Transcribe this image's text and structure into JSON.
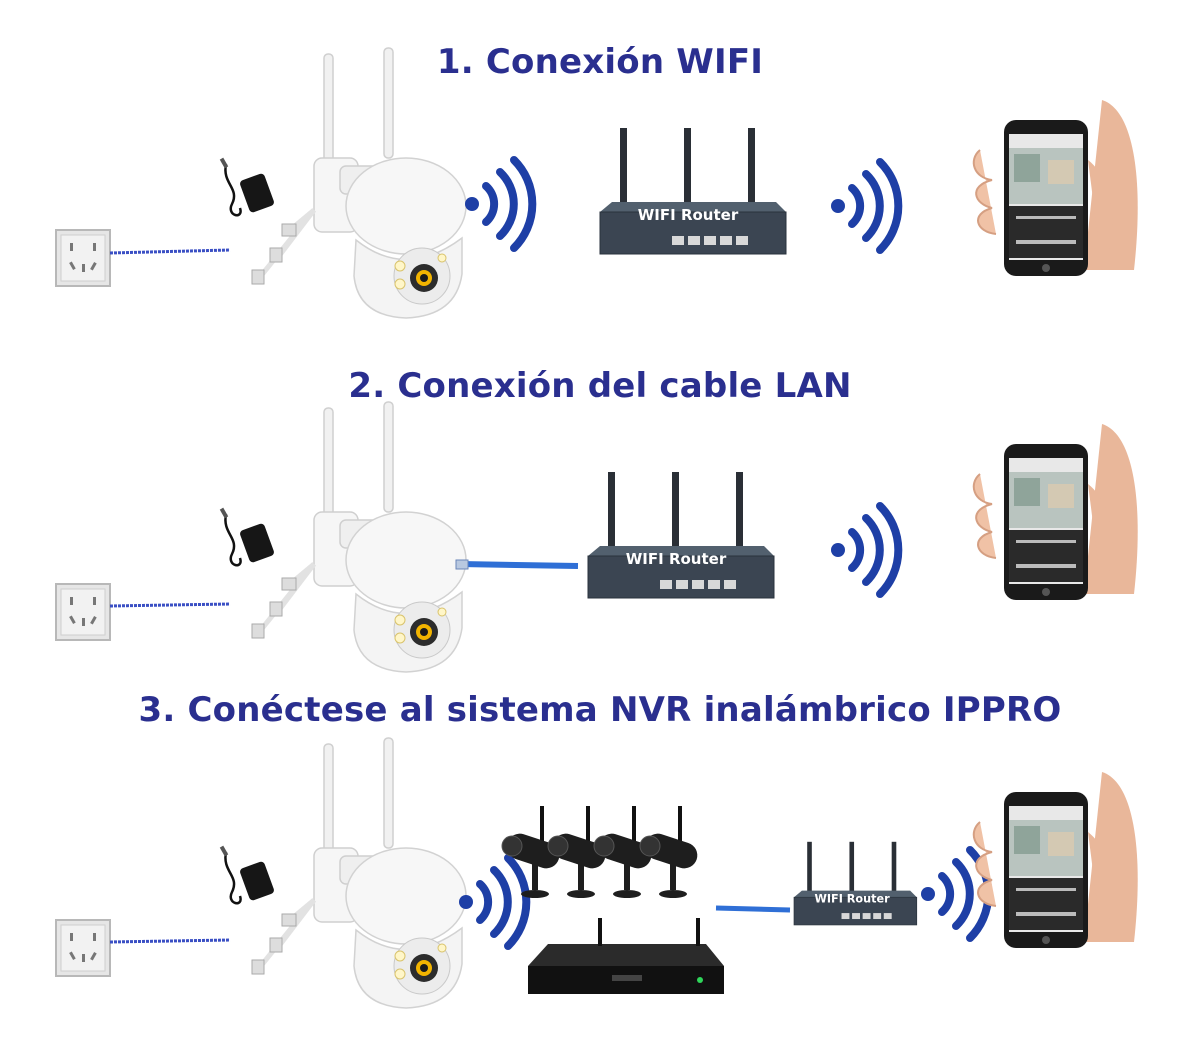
{
  "titles": {
    "row1": "1. Conexión WIFI",
    "row2": "2. Conexión del cable LAN",
    "row3": "3. Conéctese al sistema NVR inalámbrico IPPRO"
  },
  "router_label": "WIFI Router",
  "colors": {
    "title": "#2a2f8f",
    "wifi_waves": "#1e3fa6",
    "cable": "#3a4fc4",
    "router_body": "#3b4552",
    "camera_body": "#f4f4f4",
    "nvr_body": "#1a1a1a"
  },
  "icons": [
    "power-outlet-icon",
    "power-adapter-icon",
    "ptz-camera-icon",
    "wifi-signal-icon",
    "router-icon",
    "smartphone-icon",
    "lan-cable-icon",
    "bullet-camera-icon",
    "nvr-recorder-icon"
  ]
}
